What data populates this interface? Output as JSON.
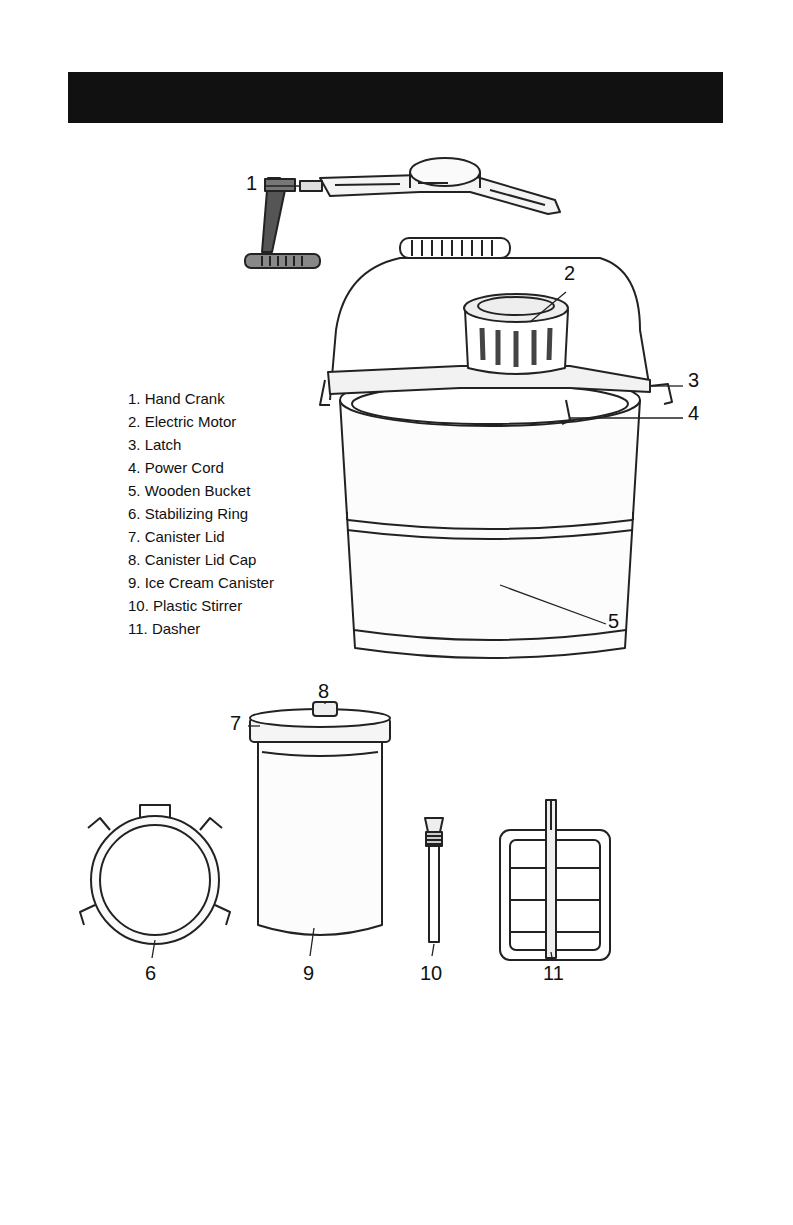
{
  "diagram": {
    "labels": [
      "1",
      "2",
      "3",
      "4",
      "1. Hand Crank",
      "2. Electric Motor",
      "3. Latch",
      "4. Power Cord",
      "5. Wooden Bucket",
      "6. Stabilizing Ring",
      "7. Canister Lid",
      "8. Canister Lid Cap",
      "9. Ice Cream Canister",
      "10. Plastic Stirrer",
      "11. Dasher",
      "5",
      "8",
      "7",
      "6",
      "9",
      "10",
      "11"
    ]
  }
}
